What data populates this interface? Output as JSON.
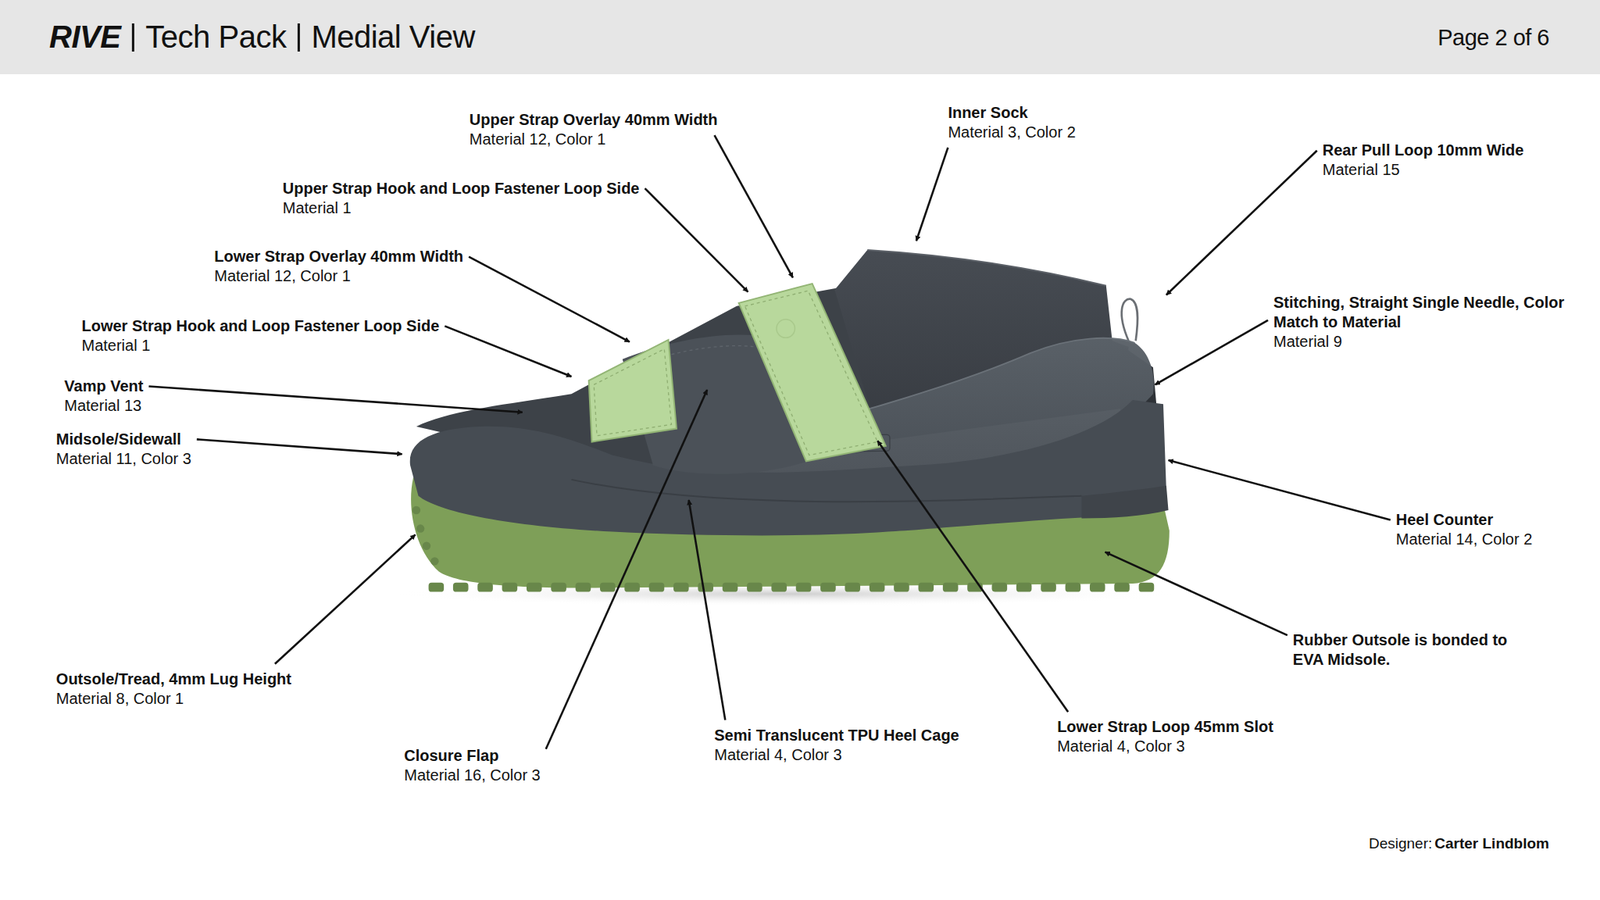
{
  "diagram": {
    "labels": [
      "RIVE",
      "Tech Pack",
      "Medial View",
      "Page 2 of 6",
      "Upper Strap Overlay 40mm Width",
      "Material 12, Color 1",
      "Inner Sock",
      "Material 3, Color 2",
      "Rear Pull Loop 10mm Wide",
      "Material 15",
      "Upper Strap Hook and Loop Fastener Loop Side",
      "Material 1",
      "Lower Strap Overlay 40mm Width",
      "Material 12, Color 1",
      "Stitching, Straight Single Needle, Color Match to Material",
      "Material 9",
      "Lower Strap Hook and Loop Fastener Loop Side",
      "Material 1",
      "Vamp Vent",
      "Material 13",
      "Midsole/Sidewall",
      "Material 11, Color 3",
      "Heel Counter",
      "Material 14, Color 2",
      "Rubber Outsole is bonded to EVA Midsole.",
      "Outsole/Tread, 4mm Lug Height",
      "Material 8, Color 1",
      "Semi Translucent TPU Heel Cage",
      "Material 4, Color 3",
      "Lower Strap Loop 45mm Slot",
      "Material 4, Color 3",
      "Closure Flap",
      "Material 16, Color 3",
      "Designer:",
      "Carter Lindblom"
    ]
  }
}
